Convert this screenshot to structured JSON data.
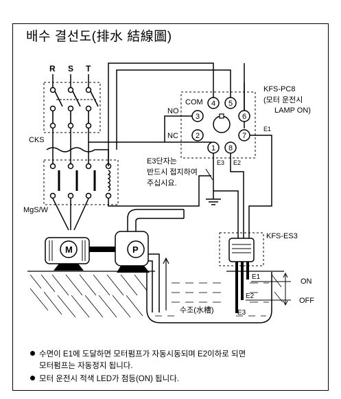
{
  "title": "배수 결선도(排水 結線圖)",
  "phases": [
    "R",
    "S",
    "T"
  ],
  "labels": {
    "cks": "CKS",
    "mgsw": "MgS/W",
    "kfs_pc8": "KFS-PC8",
    "lamp_line1": "(모터 운전시",
    "lamp_line2": "LAMP ON)",
    "com": "COM",
    "no": "NO",
    "nc": "NC",
    "e1": "E1",
    "e2": "E2",
    "e3": "E3",
    "ground_note_1": "E3단자는",
    "ground_note_2": "반드시 접지하여",
    "ground_note_3": "주십시요.",
    "kfs_es3": "KFS-ES3",
    "on": "ON",
    "off": "OFF",
    "tank": "수조(水槽)",
    "motor": "M",
    "pump": "P"
  },
  "terminals": [
    "1",
    "2",
    "3",
    "4",
    "5",
    "6",
    "7",
    "8"
  ],
  "notes": [
    "수면이 E1에 도달하면 모터펌프가 자동시동되며 E2이하로 되면",
    "모터펌프는 자동정지 됩니다.",
    "모터 운전시 적색 LED가 점등(ON) 됩니다."
  ]
}
